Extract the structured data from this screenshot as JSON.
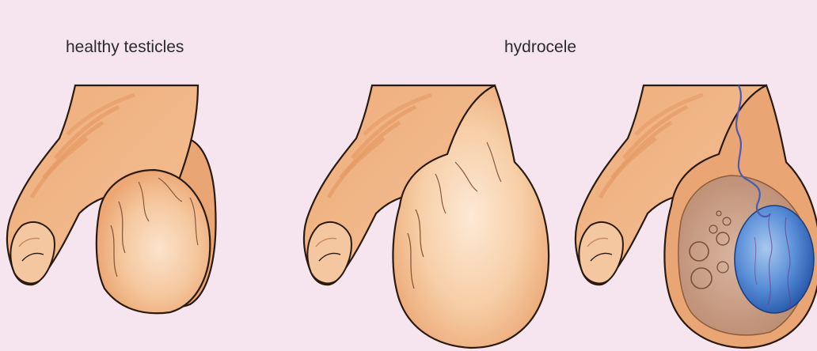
{
  "labels": {
    "healthy": "healthy testicles",
    "hydrocele": "hydrocele"
  },
  "panels": [
    {
      "id": "healthy",
      "description_icon": "healthy-scrotum-illustration"
    },
    {
      "id": "hydrocele-external",
      "description_icon": "hydrocele-scrotum-illustration"
    },
    {
      "id": "hydrocele-cutaway",
      "description_icon": "hydrocele-cutaway-illustration"
    }
  ],
  "colors": {
    "background": "#f6e5ee",
    "skin": "#f2b98a",
    "skin_dark": "#e79d68",
    "skin_light": "#f7d2b0",
    "outline": "#2a1a10",
    "fluid": "#c8a08a",
    "testis_blue": "#3b6fc4",
    "vein": "#5a5fb0"
  }
}
